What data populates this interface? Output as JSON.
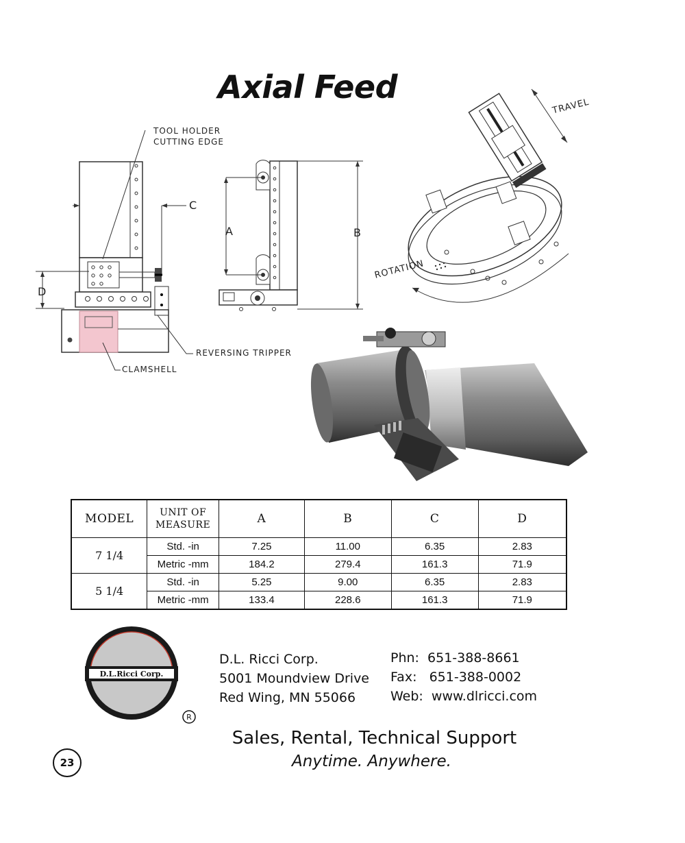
{
  "title": "Axial Feed",
  "diagram_labels": {
    "tool_holder": "TOOL HOLDER\nCUTTING EDGE",
    "reversing_tripper": "REVERSING TRIPPER",
    "clamshell": "CLAMSHELL",
    "dim_c": "C",
    "dim_d": "D",
    "dim_a": "A",
    "dim_b": "B",
    "travel": "TRAVEL",
    "rotation": "ROTATION"
  },
  "table": {
    "headers": [
      "MODEL",
      "UNIT OF MEASURE",
      "A",
      "B",
      "C",
      "D"
    ],
    "header_unit_line1": "UNIT OF",
    "header_unit_line2": "MEASURE",
    "models": [
      {
        "name": "7 1/4",
        "rows": [
          {
            "unit": "Std. -in",
            "a": "7.25",
            "b": "11.00",
            "c": "6.35",
            "d": "2.83"
          },
          {
            "unit": "Metric -mm",
            "a": "184.2",
            "b": "279.4",
            "c": "161.3",
            "d": "71.9"
          }
        ]
      },
      {
        "name": "5 1/4",
        "rows": [
          {
            "unit": "Std. -in",
            "a": "5.25",
            "b": "9.00",
            "c": "6.35",
            "d": "2.83"
          },
          {
            "unit": "Metric -mm",
            "a": "133.4",
            "b": "228.6",
            "c": "161.3",
            "d": "71.9"
          }
        ]
      }
    ]
  },
  "logo": {
    "text": "D.L.Ricci Corp.",
    "registered": "R",
    "colors": {
      "ring": "#1a1a1a",
      "fill": "#c8c8c8",
      "accent": "#c0392b"
    }
  },
  "address": {
    "line1": "D.L. Ricci Corp.",
    "line2": "5001 Moundview Drive",
    "line3": "Red Wing,  MN 55066"
  },
  "contact": {
    "phone": "Phn:  651-388-8661",
    "fax": "Fax:   651-388-0002",
    "web": "Web:  www.dlricci.com"
  },
  "tagline": "Sales, Rental, Technical Support",
  "tagline2": "Anytime.  Anywhere.",
  "page_number": "23",
  "accent_colors": {
    "clamshell_pink": "#f3c6cf"
  }
}
